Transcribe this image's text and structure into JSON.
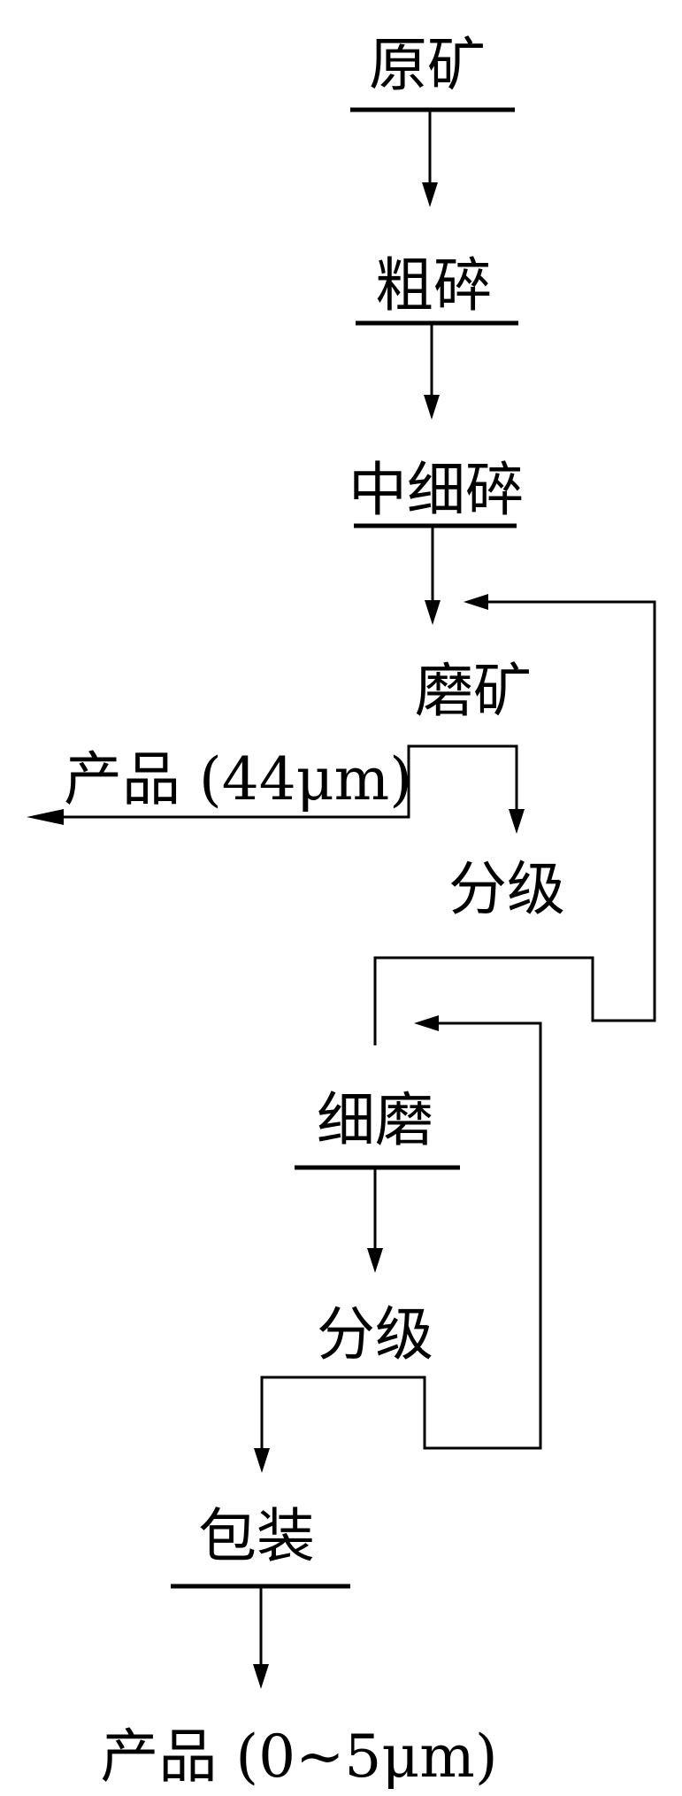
{
  "nodes": {
    "raw_ore": "原矿",
    "coarse_crush": "粗碎",
    "medium_fine_crush": "中细碎",
    "grinding": "磨矿",
    "product_44": "产品 (44μm)",
    "classify_1": "分级",
    "fine_grinding": "细磨",
    "classify_2": "分级",
    "packaging": "包装",
    "product_final": "产品 (0~5μm)"
  }
}
